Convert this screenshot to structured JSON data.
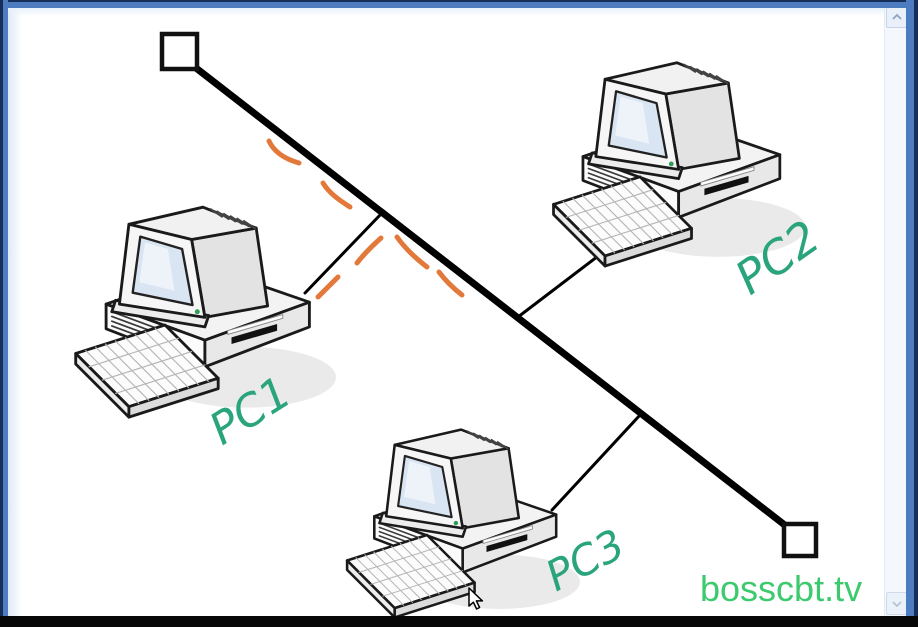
{
  "window": {
    "background": "#ffffff",
    "frame_blue": "#4d7cc0",
    "frame_dark": "#172f58",
    "letterbox_color": "#070707"
  },
  "scrollbar": {
    "up_icon": "chevron-up",
    "down_icon": "chevron-down"
  },
  "diagram": {
    "topology": "bus",
    "bus_color": "#000000",
    "terminator_count": 2,
    "highlight_dash_color": "#e2793a",
    "handwriting_color": "#2aa47d",
    "nodes": [
      {
        "id": "pc1",
        "label": "PC1"
      },
      {
        "id": "pc2",
        "label": "PC2"
      },
      {
        "id": "pc3",
        "label": "PC3"
      }
    ],
    "watermark": {
      "text": "bosscbt.tv",
      "color": "#3dc96e"
    }
  },
  "cursor": {
    "icon": "arrow-pointer"
  }
}
